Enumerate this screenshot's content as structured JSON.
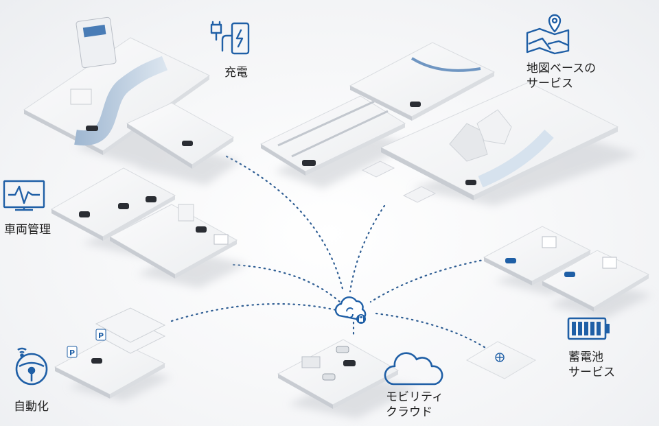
{
  "diagram": {
    "accent_color": "#1f5fa6",
    "hub": {
      "icon": "cloud-sync-lock-icon"
    },
    "nodes": [
      {
        "id": "charging",
        "icon": "charging-station-icon",
        "label_lines": [
          "充電"
        ]
      },
      {
        "id": "map_services",
        "icon": "map-pin-icon",
        "label_lines": [
          "地図ベースの",
          "サービス"
        ]
      },
      {
        "id": "fleet",
        "icon": "monitor-pulse-icon",
        "label_lines": [
          "車両管理"
        ]
      },
      {
        "id": "autonomous",
        "icon": "steering-wheel-icon",
        "label_lines": [
          "自動化"
        ]
      },
      {
        "id": "mobility_cloud",
        "icon": "cloud-icon",
        "label_lines": [
          "モビリティ",
          "クラウド"
        ]
      },
      {
        "id": "battery",
        "icon": "battery-icon",
        "label_lines": [
          "蓄電池",
          "サービス"
        ]
      }
    ]
  }
}
